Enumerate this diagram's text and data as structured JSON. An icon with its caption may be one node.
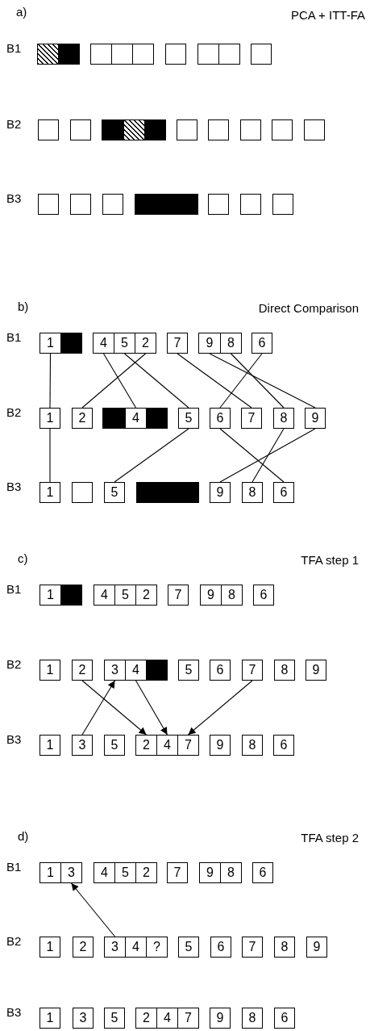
{
  "diagram": {
    "nodes": [
      {
        "text": [],
        "shape": "hatched"
      },
      {
        "text": [],
        "shape": "solid"
      },
      {
        "text": [],
        "shape": "box"
      },
      {
        "text": [],
        "shape": "box"
      },
      {
        "text": [],
        "shape": "box"
      },
      {
        "text": [],
        "shape": "box"
      },
      {
        "text": [],
        "shape": "box"
      },
      {
        "text": [],
        "shape": "box"
      },
      {
        "text": [],
        "shape": "box"
      },
      {
        "text": [],
        "shape": "box"
      },
      {
        "text": [],
        "shape": "box"
      },
      {
        "text": [],
        "shape": "solid"
      },
      {
        "text": [],
        "shape": "hatched"
      },
      {
        "text": [],
        "shape": "solid"
      },
      {
        "text": [],
        "shape": "box"
      },
      {
        "text": [],
        "shape": "box"
      },
      {
        "text": [],
        "shape": "box"
      },
      {
        "text": [],
        "shape": "box"
      },
      {
        "text": [],
        "shape": "box"
      },
      {
        "text": [],
        "shape": "box"
      },
      {
        "text": [],
        "shape": "box"
      },
      {
        "text": [],
        "shape": "box"
      },
      {
        "text": [],
        "shape": "solid"
      },
      {
        "text": [],
        "shape": "box"
      },
      {
        "text": [],
        "shape": "box"
      },
      {
        "text": [],
        "shape": "box"
      },
      {
        "text": [
          "1"
        ]
      },
      {
        "text": [],
        "shape": "solid"
      },
      {
        "text": [
          "4"
        ]
      },
      {
        "text": [
          "5"
        ]
      },
      {
        "text": [
          "2"
        ]
      },
      {
        "text": [
          "7"
        ]
      },
      {
        "text": [
          "9"
        ]
      },
      {
        "text": [
          "8"
        ]
      },
      {
        "text": [
          "6"
        ]
      },
      {
        "text": [
          "1"
        ]
      },
      {
        "text": [
          "2"
        ]
      },
      {
        "text": [],
        "shape": "solid"
      },
      {
        "text": [
          "4"
        ]
      },
      {
        "text": [],
        "shape": "solid"
      },
      {
        "text": [
          "5"
        ]
      },
      {
        "text": [
          "6"
        ]
      },
      {
        "text": [
          "7"
        ]
      },
      {
        "text": [
          "8"
        ]
      },
      {
        "text": [
          "9"
        ]
      },
      {
        "text": [
          "1"
        ]
      },
      {
        "text": [],
        "shape": "box"
      },
      {
        "text": [
          "5"
        ]
      },
      {
        "text": [],
        "shape": "solid"
      },
      {
        "text": [
          "9"
        ]
      },
      {
        "text": [
          "8"
        ]
      },
      {
        "text": [
          "6"
        ]
      },
      {
        "text": [
          "1"
        ]
      },
      {
        "text": [],
        "shape": "solid"
      },
      {
        "text": [
          "4"
        ]
      },
      {
        "text": [
          "5"
        ]
      },
      {
        "text": [
          "2"
        ]
      },
      {
        "text": [
          "7"
        ]
      },
      {
        "text": [
          "9"
        ]
      },
      {
        "text": [
          "8"
        ]
      },
      {
        "text": [
          "6"
        ]
      },
      {
        "text": [
          "1"
        ]
      },
      {
        "text": [
          "2"
        ]
      },
      {
        "text": [
          "3"
        ]
      },
      {
        "text": [
          "4"
        ]
      },
      {
        "text": [],
        "shape": "solid"
      },
      {
        "text": [
          "5"
        ]
      },
      {
        "text": [
          "6"
        ]
      },
      {
        "text": [
          "7"
        ]
      },
      {
        "text": [
          "8"
        ]
      },
      {
        "text": [
          "9"
        ]
      },
      {
        "text": [
          "1"
        ]
      },
      {
        "text": [
          "3"
        ]
      },
      {
        "text": [
          "5"
        ]
      },
      {
        "text": [
          "2"
        ]
      },
      {
        "text": [
          "4"
        ]
      },
      {
        "text": [
          "7"
        ]
      },
      {
        "text": [
          "9"
        ]
      },
      {
        "text": [
          "8"
        ]
      },
      {
        "text": [
          "6"
        ]
      },
      {
        "text": [
          "1"
        ]
      },
      {
        "text": [
          "3"
        ]
      },
      {
        "text": [
          "4"
        ]
      },
      {
        "text": [
          "5"
        ]
      },
      {
        "text": [
          "2"
        ]
      },
      {
        "text": [
          "7"
        ]
      },
      {
        "text": [
          "9"
        ]
      },
      {
        "text": [
          "8"
        ]
      },
      {
        "text": [
          "6"
        ]
      },
      {
        "text": [
          "1"
        ]
      },
      {
        "text": [
          "2"
        ]
      },
      {
        "text": [
          "3"
        ]
      },
      {
        "text": [
          "4"
        ]
      },
      {
        "text": [
          "?"
        ]
      },
      {
        "text": [
          "5"
        ]
      },
      {
        "text": [
          "6"
        ]
      },
      {
        "text": [
          "7"
        ]
      },
      {
        "text": [
          "8"
        ]
      },
      {
        "text": [
          "9"
        ]
      },
      {
        "text": [
          "1"
        ]
      },
      {
        "text": [
          "3"
        ]
      },
      {
        "text": [
          "5"
        ]
      },
      {
        "text": [
          "2"
        ]
      },
      {
        "text": [
          "4"
        ]
      },
      {
        "text": [
          "7"
        ]
      },
      {
        "text": [
          "9"
        ]
      },
      {
        "text": [
          "8"
        ]
      },
      {
        "text": [
          "6"
        ]
      }
    ],
    "edges": [
      {
        "from": 26,
        "to": 35,
        "arrow": "none"
      },
      {
        "from": 35,
        "to": 45,
        "arrow": "none"
      },
      {
        "from": 28,
        "to": 38,
        "arrow": "none"
      },
      {
        "from": 29,
        "to": 40,
        "arrow": "none"
      },
      {
        "from": 30,
        "to": 36,
        "arrow": "none"
      },
      {
        "from": 31,
        "to": 42,
        "arrow": "none"
      },
      {
        "from": 32,
        "to": 44,
        "arrow": "none"
      },
      {
        "from": 33,
        "to": 43,
        "arrow": "none"
      },
      {
        "from": 34,
        "to": 41,
        "arrow": "none"
      },
      {
        "from": 40,
        "to": 47,
        "arrow": "none"
      },
      {
        "from": 41,
        "to": 51,
        "arrow": "none"
      },
      {
        "from": 43,
        "to": 50,
        "arrow": "none"
      },
      {
        "from": 44,
        "to": 49,
        "arrow": "none"
      },
      {
        "from": 72,
        "to": 63,
        "arrow": "to"
      },
      {
        "from": 62,
        "to": 74,
        "arrow": "to"
      },
      {
        "from": 64,
        "to": 75,
        "arrow": "to"
      },
      {
        "from": 68,
        "to": 76,
        "arrow": "to"
      },
      {
        "from": 91,
        "to": 81,
        "arrow": "to"
      }
    ],
    "labels": [
      "a)",
      "PCA + ITT-FA",
      "B1",
      "B2",
      "B3",
      "b)",
      "Direct Comparison",
      "B1",
      "B2",
      "B3",
      "c)",
      "TFA step 1",
      "B1",
      "B2",
      "B3",
      "d)",
      "TFA step 2",
      "B1",
      "B2",
      "B3"
    ]
  }
}
